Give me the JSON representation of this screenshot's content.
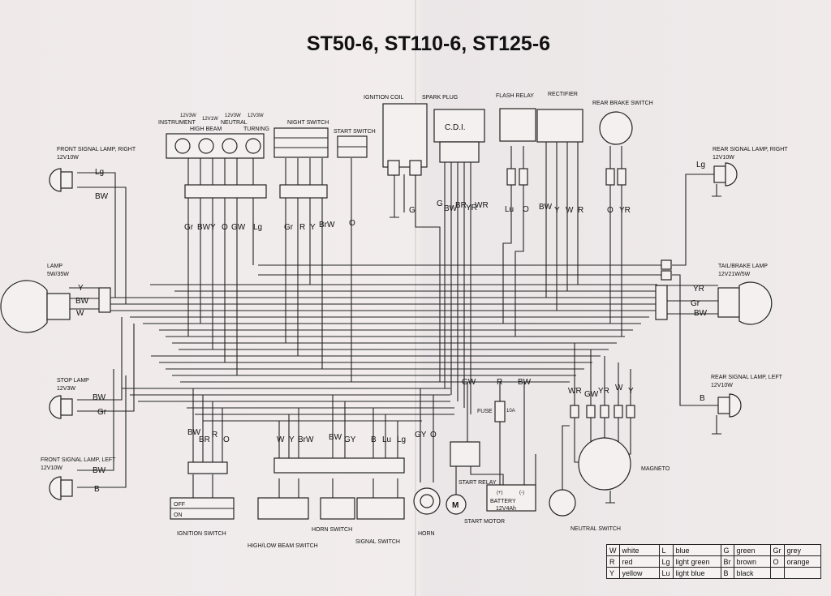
{
  "title": "ST50-6, ST110-6, ST125-6",
  "components": {
    "front_signal_right": {
      "name": "FRONT SIGNAL LAMP, RIGHT",
      "rating": "12V10W"
    },
    "lamp": {
      "name": "LAMP",
      "rating": "5W/35W"
    },
    "stop_lamp": {
      "name": "STOP LAMP",
      "rating": "12V3W"
    },
    "front_signal_left": {
      "name": "FRONT SIGNAL LAMP, LEFT",
      "rating": "12V10W"
    },
    "instrument": {
      "name": "INSTRUMENT",
      "rating": "12V3W"
    },
    "high_beam": {
      "name": "HIGH BEAM",
      "rating": "12V1W"
    },
    "neutral": {
      "name": "NEUTRAL",
      "rating": "12V3W"
    },
    "turning": {
      "name": "TURNING",
      "rating": "12V3W"
    },
    "night_switch": {
      "name": "NIGHT SWITCH"
    },
    "start_switch": {
      "name": "START SWITCH"
    },
    "ignition_coil": {
      "name": "IGNITION COIL"
    },
    "spark_plug": {
      "name": "SPARK PLUG"
    },
    "cdi": {
      "name": "C.D.I."
    },
    "flash_relay": {
      "name": "FLASH RELAY"
    },
    "rectifier": {
      "name": "RECTIFIER"
    },
    "rear_brake_switch": {
      "name": "REAR BRAKE SWITCH"
    },
    "rear_signal_right": {
      "name": "REAR SIGNAL LAMP, RIGHT",
      "rating": "12V10W"
    },
    "tail_brake": {
      "name": "TAIL/BRAKE LAMP",
      "rating": "12V21W/5W"
    },
    "rear_signal_left": {
      "name": "REAR SIGNAL LAMP, LEFT",
      "rating": "12V10W"
    },
    "ignition_switch": {
      "name": "IGNITION SWITCH",
      "off": "OFF",
      "on": "ON"
    },
    "hilo_switch": {
      "name": "HIGH/LOW BEAM SWITCH"
    },
    "horn_switch": {
      "name": "HORN SWITCH"
    },
    "signal_switch": {
      "name": "SIGNAL SWITCH"
    },
    "horn": {
      "name": "HORN"
    },
    "start_motor": {
      "name": "START MOTOR",
      "symbol": "M"
    },
    "start_relay": {
      "name": "START RELAY"
    },
    "fuse": {
      "name": "FUSE",
      "rating": "10A"
    },
    "battery": {
      "name": "BATTERY",
      "rating": "12V4Ah",
      "plus": "(+)",
      "minus": "(-)"
    },
    "neutral_switch": {
      "name": "NEUTRAL SWITCH"
    },
    "magneto": {
      "name": "MAGNETO"
    }
  },
  "wire_labels": {
    "fsr": [
      "Lg",
      "BW"
    ],
    "lamp": [
      "Y",
      "BW",
      "W"
    ],
    "stop": [
      "BW",
      "Gr"
    ],
    "fsl": [
      "BW",
      "B"
    ],
    "inst": [
      "Gr",
      "BW",
      "Y",
      "O",
      "GW",
      "Lg"
    ],
    "night": [
      "Gr",
      "R",
      "Y",
      "BrW"
    ],
    "start_sw": [
      "O"
    ],
    "coil": [
      "G"
    ],
    "cdi": [
      "G",
      "BW",
      "BR",
      "YR",
      "WR"
    ],
    "flash": [
      "Lu",
      "O"
    ],
    "rect": [
      "BW",
      "Y",
      "W",
      "R"
    ],
    "brake": [
      "O",
      "YR"
    ],
    "rsr": [
      "Lg"
    ],
    "tail": [
      "YR",
      "Gr",
      "BW"
    ],
    "rsl": [
      "B"
    ],
    "ign": [
      "BW",
      "BR",
      "R",
      "O"
    ],
    "hl": [
      "W",
      "Y",
      "BrW"
    ],
    "horn_sw": [
      "BW",
      "GY"
    ],
    "sig": [
      "B",
      "Lu",
      "Lg"
    ],
    "horn": [
      "GY",
      "O"
    ],
    "mid": [
      "GW",
      "R",
      "BW"
    ],
    "mag": [
      "WR",
      "GW",
      "YR",
      "W",
      "Y"
    ]
  },
  "legend": [
    [
      {
        "code": "W",
        "color": "white"
      },
      {
        "code": "L",
        "color": "blue"
      },
      {
        "code": "G",
        "color": "green"
      },
      {
        "code": "Gr",
        "color": "grey"
      }
    ],
    [
      {
        "code": "R",
        "color": "red"
      },
      {
        "code": "Lg",
        "color": "light green"
      },
      {
        "code": "Br",
        "color": "brown"
      },
      {
        "code": "O",
        "color": "orange"
      }
    ],
    [
      {
        "code": "Y",
        "color": "yellow"
      },
      {
        "code": "Lu",
        "color": "light blue"
      },
      {
        "code": "B",
        "color": "black"
      },
      {
        "code": "",
        "color": ""
      }
    ]
  ]
}
